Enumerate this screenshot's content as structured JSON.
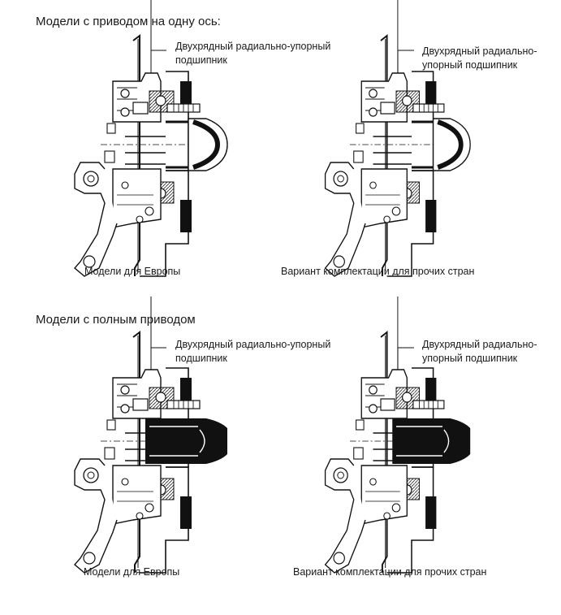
{
  "sections": [
    {
      "heading": "Модели с приводом на одну ось:",
      "panels": [
        {
          "callout_lines": [
            "Двухрядный радиально-упорный",
            "подшипник"
          ],
          "caption": "Модели для Европы"
        },
        {
          "callout_lines": [
            "Двухрядный радиально-",
            "упорный подшипник"
          ],
          "caption": "Вариант комплектации для прочих стран"
        }
      ]
    },
    {
      "heading": "Модели с полным приводом",
      "panels": [
        {
          "callout_lines": [
            "Двухрядный радиально-упорный",
            "подшипник"
          ],
          "caption": "Модели для Европы"
        },
        {
          "callout_lines": [
            "Двухрядный радиально-",
            "упорный подшипник"
          ],
          "caption": "Вариант комплектации для прочих стран"
        }
      ]
    }
  ]
}
